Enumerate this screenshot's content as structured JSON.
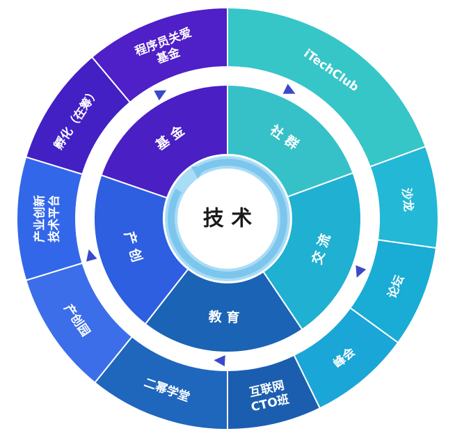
{
  "center": {
    "label": "技 术"
  },
  "middle_ring": [
    {
      "id": "shequn",
      "label": "社 群",
      "color": "#36c1c8"
    },
    {
      "id": "jiaoliu",
      "label": "交 流",
      "color": "#1fb0d2"
    },
    {
      "id": "jiaoyu",
      "label": "教 育",
      "color": "#1b63b5"
    },
    {
      "id": "chuangchuang",
      "label": "产 创",
      "color": "#2d5fe0"
    },
    {
      "id": "jijin",
      "label": "基 金",
      "color": "#4a1fc4"
    }
  ],
  "outer_ring": [
    {
      "id": "itechclub",
      "lines": [
        "iTechClub"
      ],
      "color": "#36c6c8"
    },
    {
      "id": "shalong",
      "lines": [
        "沙龙"
      ],
      "color": "#22b8d6"
    },
    {
      "id": "luntan",
      "lines": [
        "论坛"
      ],
      "color": "#19acd5"
    },
    {
      "id": "fenghui",
      "lines": [
        "峰会"
      ],
      "color": "#1aa6d6"
    },
    {
      "id": "hulianwang-cto",
      "lines": [
        "互联网",
        "CTO班"
      ],
      "color": "#1b5eb0"
    },
    {
      "id": "ermu-xuetang",
      "lines": [
        "二幂学堂"
      ],
      "color": "#1f66bd"
    },
    {
      "id": "chanchuangyuan",
      "lines": [
        "产创园"
      ],
      "color": "#3b6ee8"
    },
    {
      "id": "chanye-pingtai",
      "lines": [
        "产业创新",
        "技术平台"
      ],
      "color": "#3367ea"
    },
    {
      "id": "fuhua",
      "lines": [
        "孵化（在筹）"
      ],
      "color": "#4220c4"
    },
    {
      "id": "chengxuyuan-jijin",
      "lines": [
        "程序员关爱",
        "基金"
      ],
      "color": "#4f1fc8"
    }
  ],
  "colors": {
    "ring_gap": "#ffffff",
    "inner_band": "#ffffff",
    "center_ring_light": "#a9dcf5",
    "center_ring_dark": "#7cc6ee",
    "center_fill": "#ffffff",
    "arrow": "#ffffff"
  }
}
